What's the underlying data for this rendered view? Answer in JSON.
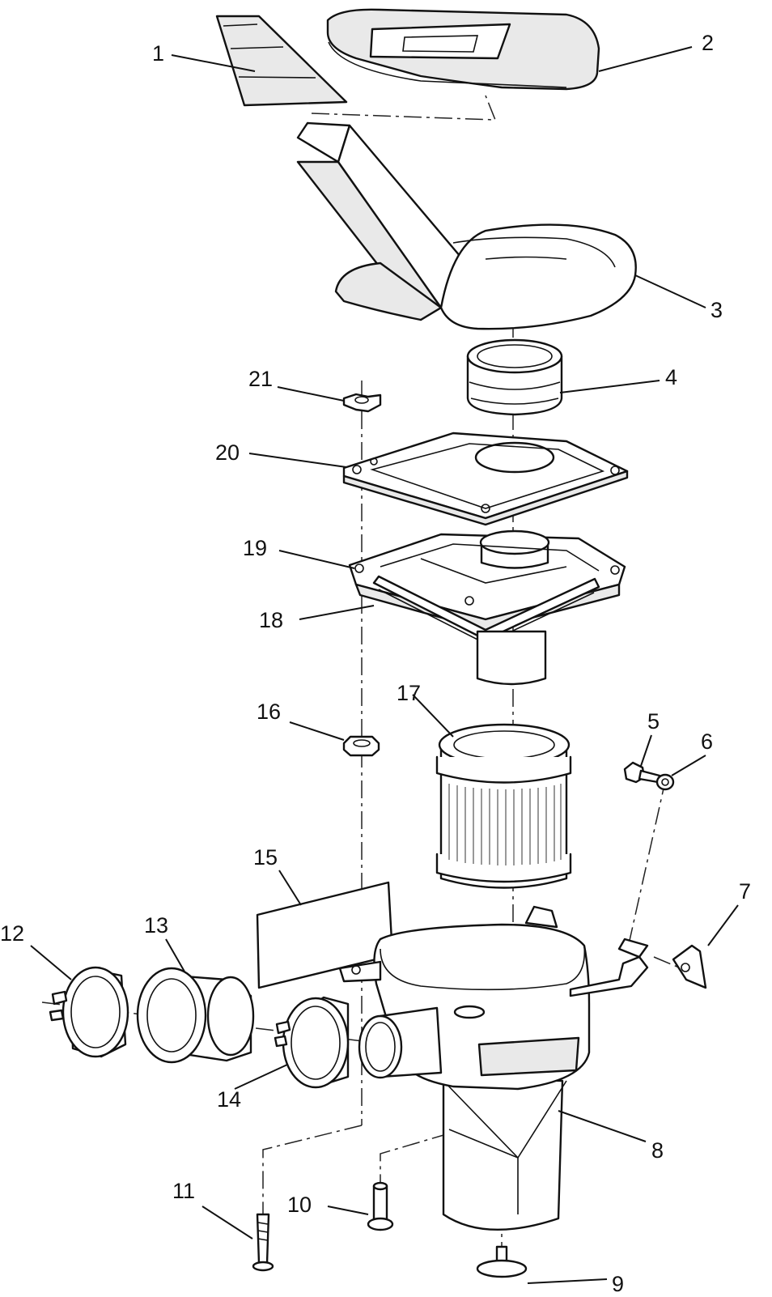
{
  "diagram": {
    "callouts": [
      {
        "id": "1",
        "label": "1"
      },
      {
        "id": "2",
        "label": "2"
      },
      {
        "id": "3",
        "label": "3"
      },
      {
        "id": "4",
        "label": "4"
      },
      {
        "id": "5",
        "label": "5"
      },
      {
        "id": "6",
        "label": "6"
      },
      {
        "id": "7",
        "label": "7"
      },
      {
        "id": "8",
        "label": "8"
      },
      {
        "id": "9",
        "label": "9"
      },
      {
        "id": "10",
        "label": "10"
      },
      {
        "id": "11",
        "label": "11"
      },
      {
        "id": "12",
        "label": "12"
      },
      {
        "id": "13",
        "label": "13"
      },
      {
        "id": "14",
        "label": "14"
      },
      {
        "id": "15",
        "label": "15"
      },
      {
        "id": "16",
        "label": "16"
      },
      {
        "id": "17",
        "label": "17"
      },
      {
        "id": "18",
        "label": "18"
      },
      {
        "id": "19",
        "label": "19"
      },
      {
        "id": "20",
        "label": "20"
      },
      {
        "id": "21",
        "label": "21"
      }
    ],
    "line_color": "#111111",
    "background_color": "#ffffff"
  }
}
